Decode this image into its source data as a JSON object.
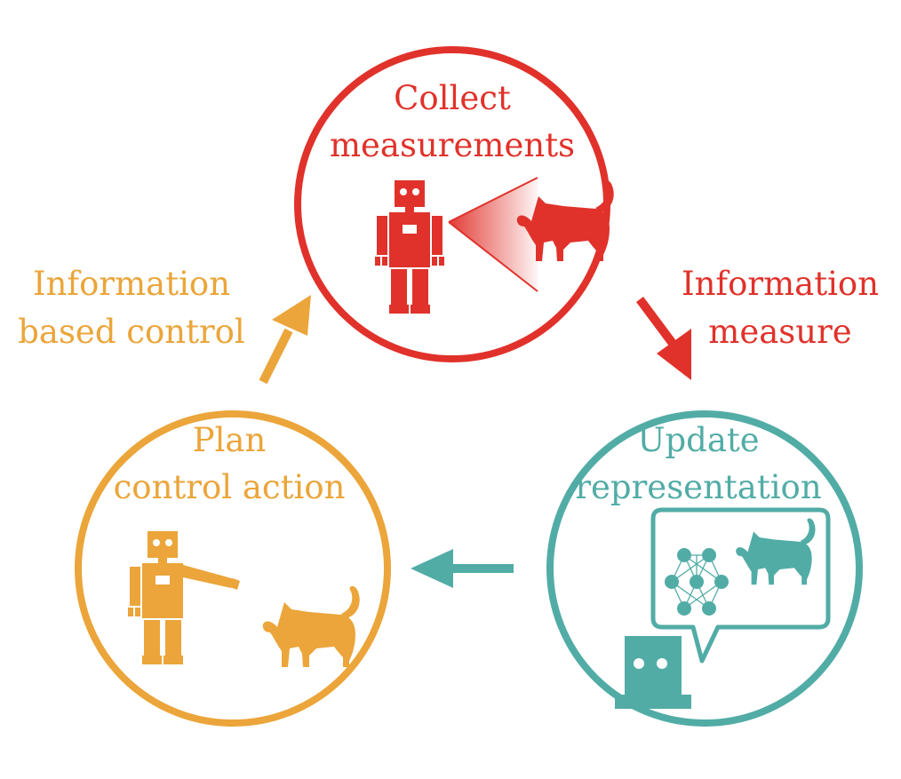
{
  "colors": {
    "red": "#e0322b",
    "orange": "#eba53a",
    "teal": "#52aca6"
  },
  "nodes": {
    "collect": {
      "line1": "Collect",
      "line2": "measurements"
    },
    "update": {
      "line1": "Update",
      "line2": "representation"
    },
    "plan": {
      "line1": "Plan",
      "line2": "control action"
    }
  },
  "edges": {
    "information_measure": {
      "line1": "Information",
      "line2": "measure"
    },
    "information_based_control": {
      "line1": "Information",
      "line2": "based control"
    }
  },
  "icons": {
    "collect": [
      "robot-icon",
      "sensor-beam-icon",
      "cat-icon"
    ],
    "update": [
      "speech-bubble-icon",
      "neural-network-icon",
      "cat-icon",
      "robot-head-icon"
    ],
    "plan": [
      "robot-pointing-icon",
      "cat-icon"
    ]
  }
}
